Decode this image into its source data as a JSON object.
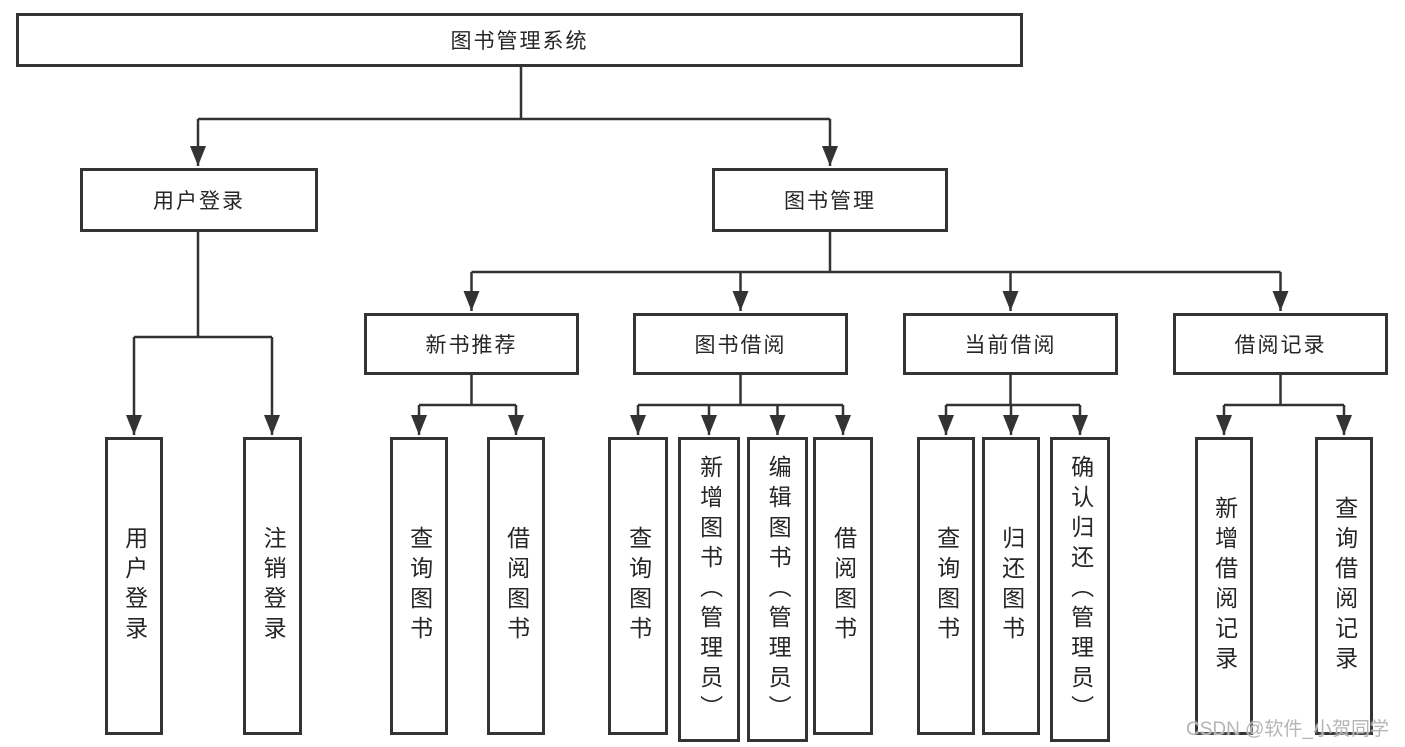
{
  "diagram": {
    "root": {
      "label": "图书管理系统"
    },
    "level1": [
      {
        "label": "用户登录"
      },
      {
        "label": "图书管理"
      }
    ],
    "level2": [
      {
        "label": "新书推荐"
      },
      {
        "label": "图书借阅"
      },
      {
        "label": "当前借阅"
      },
      {
        "label": "借阅记录"
      }
    ],
    "leaves": [
      {
        "label": "用户登录"
      },
      {
        "label": "注销登录"
      },
      {
        "label": "查询图书"
      },
      {
        "label": "借阅图书"
      },
      {
        "label": "查询图书"
      },
      {
        "label": "新增图书（管理员）"
      },
      {
        "label": "编辑图书（管理员）"
      },
      {
        "label": "借阅图书"
      },
      {
        "label": "查询图书"
      },
      {
        "label": "归还图书"
      },
      {
        "label": "确认归还（管理员）"
      },
      {
        "label": "新增借阅记录"
      },
      {
        "label": "查询借阅记录"
      }
    ]
  },
  "watermark": {
    "text": "CSDN @软件_小贺同学"
  },
  "colors": {
    "line": "#333333",
    "text": "#262626",
    "watermark": "#b5b5b5",
    "background": "#ffffff"
  }
}
